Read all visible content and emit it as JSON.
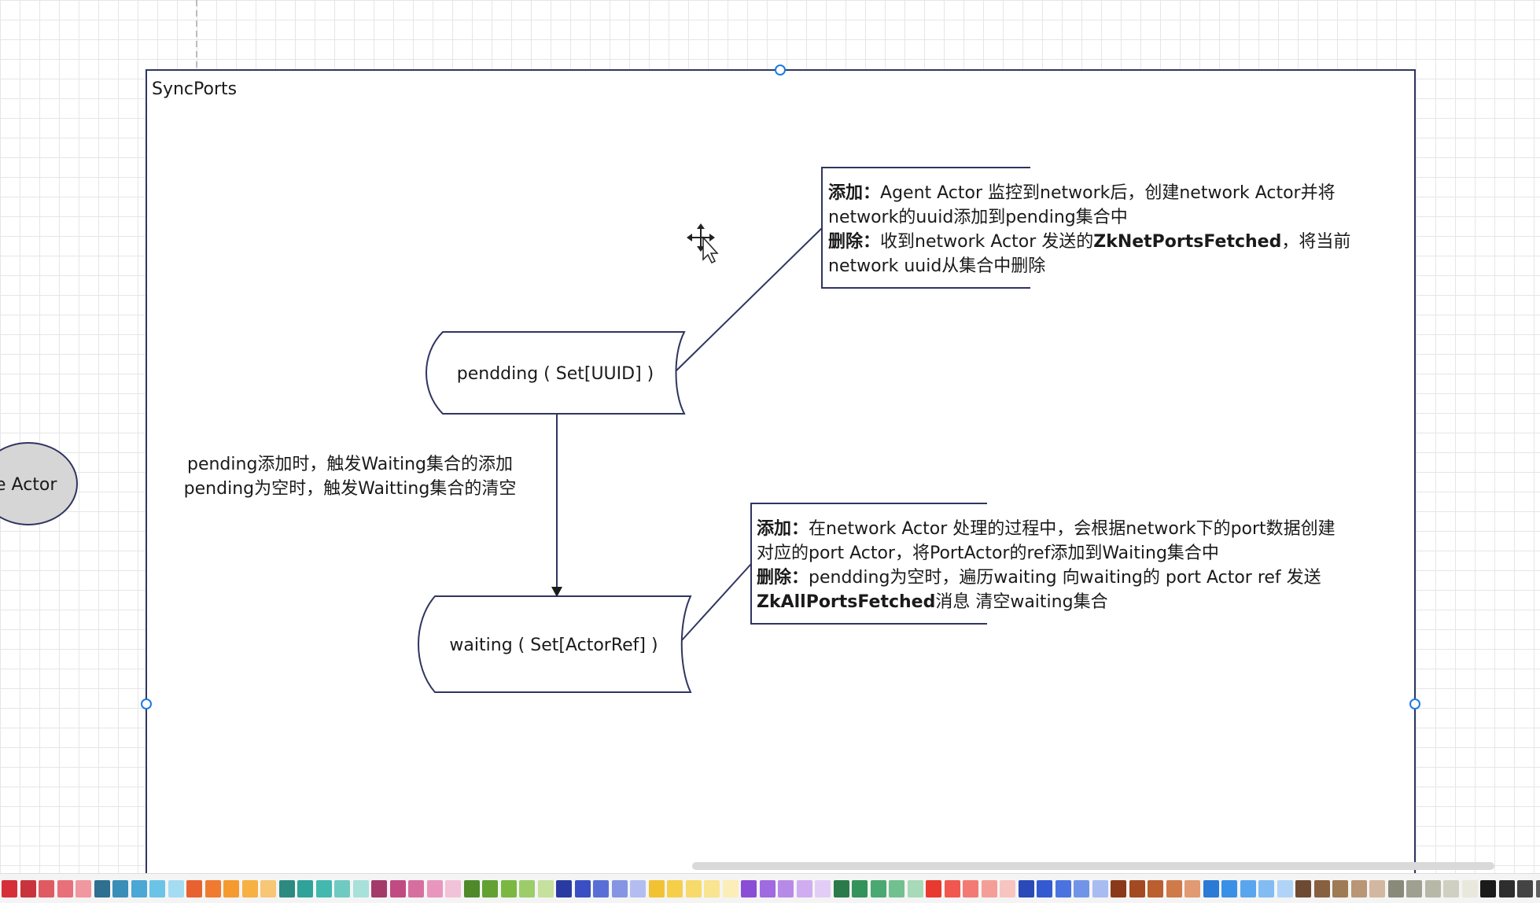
{
  "frame": {
    "title": "SyncPorts"
  },
  "left_actor": {
    "label": "e Actor"
  },
  "pending_shape": {
    "label": "pendding ( Set[UUID] )"
  },
  "waiting_shape": {
    "label": "waiting ( Set[ActorRef] )"
  },
  "edge_label": {
    "line1": "pending添加时，触发Waiting集合的添加",
    "line2": "pending为空时，触发Waitting集合的清空"
  },
  "note_pending": {
    "lines": [
      [
        {
          "t": "添加：",
          "b": true
        },
        {
          "t": "Agent Actor 监控到network后，创建network Actor并将",
          "b": false
        }
      ],
      [
        {
          "t": "network的uuid添加到pending集合中",
          "b": false
        }
      ],
      [
        {
          "t": "删除：",
          "b": true
        },
        {
          "t": "收到network Actor 发送的",
          "b": false
        },
        {
          "t": "ZkNetPortsFetched",
          "b": true
        },
        {
          "t": "，将当前",
          "b": false
        }
      ],
      [
        {
          "t": "network uuid从集合中删除",
          "b": false
        }
      ]
    ]
  },
  "note_waiting": {
    "lines": [
      [
        {
          "t": "添加：",
          "b": true
        },
        {
          "t": "在network Actor 处理的过程中，会根据network下的port数据创建",
          "b": false
        }
      ],
      [
        {
          "t": "对应的port Actor，将PortActor的ref添加到Waiting集合中",
          "b": false
        }
      ],
      [
        {
          "t": "删除：",
          "b": true
        },
        {
          "t": "pendding为空时，遍历waiting 向waiting的 port Actor ref 发送",
          "b": false
        }
      ],
      [
        {
          "t": "ZkAllPortsFetched",
          "b": true
        },
        {
          "t": "消息 清空waiting集合",
          "b": false
        }
      ]
    ]
  },
  "colors": {
    "frame_border": "#2f3561",
    "handle": "#1f7ae0",
    "shape_stroke": "#2f3561",
    "ellipse_fill": "#d6d6d6",
    "swatches": [
      "#d62f3a",
      "#c8333c",
      "#e05a62",
      "#e8707a",
      "#f097a0",
      "#2f6f8f",
      "#3a8eb8",
      "#4aa7d6",
      "#6cc3e8",
      "#a5dcf2",
      "#e8622f",
      "#f07a2f",
      "#f59a2f",
      "#f7b042",
      "#f7c775",
      "#2c8a80",
      "#2fa39a",
      "#42b8ae",
      "#6fcac2",
      "#a8e0da",
      "#a33a6a",
      "#c24a82",
      "#d66fa0",
      "#e896bd",
      "#f2c2d8",
      "#4e8a2a",
      "#63a132",
      "#7bb842",
      "#9ccd6a",
      "#c6e09e",
      "#2a3aa3",
      "#3a4fc4",
      "#5a6fd6",
      "#8595e4",
      "#b3bdf0",
      "#f2c233",
      "#f5cf4a",
      "#f7da6a",
      "#f9e48f",
      "#fbeeb8",
      "#8a4ed6",
      "#a06ae0",
      "#b88ae8",
      "#cfadf0",
      "#e3cdf7",
      "#2a7a4a",
      "#33935a",
      "#4aa870",
      "#72c08f",
      "#a8d9b8",
      "#e83a2f",
      "#f0574e",
      "#f27a72",
      "#f59e98",
      "#f8c4c0",
      "#2a4ab8",
      "#335ad0",
      "#4a73e0",
      "#7294e8",
      "#a8bcf2",
      "#8a3a1a",
      "#a34a22",
      "#bb5e30",
      "#d07a4a",
      "#e29a72",
      "#2a7ad6",
      "#3a90e6",
      "#5aa6ee",
      "#82bcf2",
      "#b0d4f7",
      "#6e4a33",
      "#86603f",
      "#9e7a55",
      "#b89676",
      "#d2b8a0",
      "#8a8a7a",
      "#a0a090",
      "#b8b8a8",
      "#d0d0c2",
      "#e8e8dc",
      "#1a1a1a",
      "#2e2e2e",
      "#444444",
      "#5e5e5e",
      "#7a7a7a"
    ]
  }
}
